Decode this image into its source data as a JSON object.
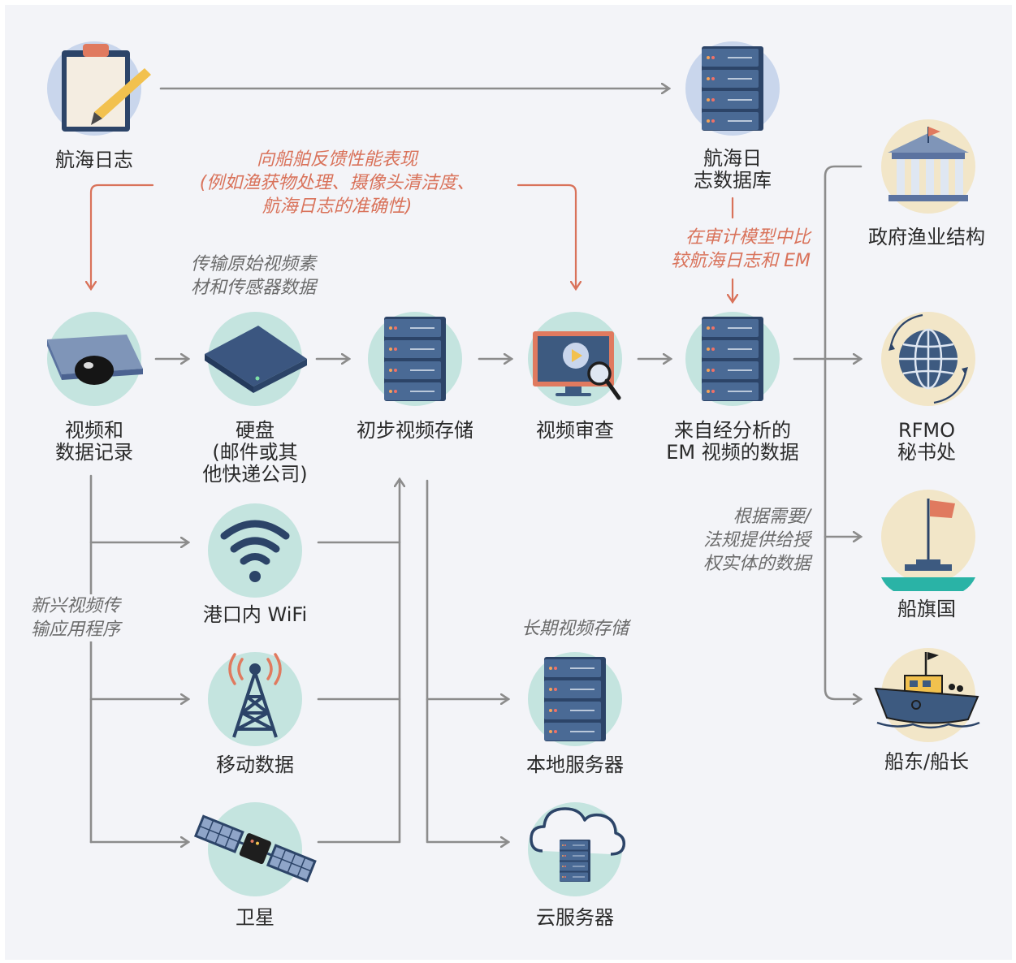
{
  "nodes": {
    "logbook": "航海日志",
    "logbook_db": [
      "航海日",
      "志数据库"
    ],
    "recorder": [
      "视频和",
      "数据记录"
    ],
    "hard_drive": [
      "硬盘",
      "(邮件或其",
      "他快递公司)"
    ],
    "initial_storage": "初步视频存储",
    "video_review": "视频审查",
    "analyzed_data": [
      "来自经分析的",
      "EM 视频的数据"
    ],
    "port_wifi": "港口内 WiFi",
    "mobile_data": "移动数据",
    "satellite": "卫星",
    "local_server": "本地服务器",
    "cloud_server": "云服务器",
    "government": "政府渔业结构",
    "rfmo": [
      "RFMO",
      "秘书处"
    ],
    "flag_state": "船旗国",
    "owner": "船东/船长"
  },
  "notes": {
    "feedback": [
      "向船舶反馈性能表现",
      "(例如渔获物处理、摄像头清洁度、",
      "航海日志的准确性)"
    ],
    "transmit": [
      "传输原始视频素",
      "材和传感器数据"
    ],
    "compare": [
      "在审计模型中比",
      "较航海日志和 EM"
    ],
    "emerging": [
      "新兴视频传",
      "输应用程序"
    ],
    "long_term": "长期视频存储",
    "provide": [
      "根据需要/",
      "法规提供给授",
      "权实体的数据"
    ]
  },
  "colors": {
    "arrow_grey": "#8c8c8c",
    "arrow_red": "#d9725a",
    "server_blue": "#3d5a80",
    "circle_teal": "#c4e4df",
    "circle_blue": "#c9d6ec",
    "circle_sand": "#f2e6c8"
  }
}
